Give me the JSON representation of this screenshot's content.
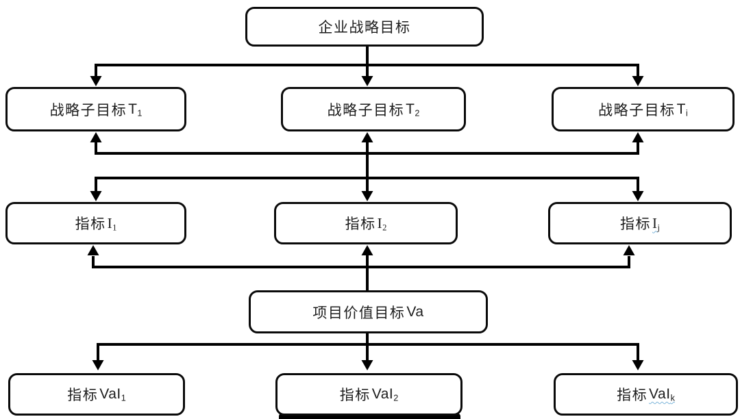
{
  "boxes": {
    "strategic_goal": {
      "prefix": "企业战略目标",
      "latin": "",
      "sub": ""
    },
    "sub_goal_t1": {
      "prefix": "战略子目标 ",
      "latin": "T",
      "sub": "1"
    },
    "sub_goal_t2": {
      "prefix": "战略子目标 ",
      "latin": "T",
      "sub": "2"
    },
    "sub_goal_ti": {
      "prefix": "战略子目标 ",
      "latin": "T",
      "sub": "i"
    },
    "indicator_i1": {
      "prefix": "指标 ",
      "latin": "I",
      "sub": "1"
    },
    "indicator_i2": {
      "prefix": "指标 ",
      "latin": "I",
      "sub": "2"
    },
    "indicator_ij": {
      "prefix": "指标 ",
      "latin": "I",
      "sub": "j"
    },
    "project_value_goal": {
      "prefix": "项目价值目标 ",
      "latin": "Va",
      "sub": ""
    },
    "indicator_vai1": {
      "prefix": "指标 ",
      "latin": "VaI",
      "sub": "1"
    },
    "indicator_vai2": {
      "prefix": "指标 ",
      "latin": "VaI",
      "sub": "2"
    },
    "indicator_vaik": {
      "prefix": "指标 ",
      "latin": "VaI",
      "sub": "k"
    }
  },
  "edges": [
    {
      "from": "strategic_goal",
      "to": "sub_goals_t1_t2_ti",
      "type": "fan-down-arrows"
    },
    {
      "from": "indicators_i1_i2_ij",
      "to": "sub_goals_t1_t2_ti",
      "type": "fan-up-arrows"
    },
    {
      "from": "sub_goals_t1_t2_ti",
      "to": "indicators_i1_i2_ij",
      "type": "fan-down-arrows"
    },
    {
      "from": "project_value_goal",
      "to": "indicators_i1_i2_ij",
      "type": "fan-up-arrows"
    },
    {
      "from": "project_value_goal",
      "to": "value_indicators_vai1_vai2_vaik",
      "type": "fan-down-arrows"
    }
  ],
  "colors": {
    "line": "#000000",
    "box_border": "#0a0a0a",
    "box_fill": "#ffffff",
    "text": "#1c1c1c",
    "background": "#ffffff",
    "spellcheck_wave": "#7cb5da"
  }
}
